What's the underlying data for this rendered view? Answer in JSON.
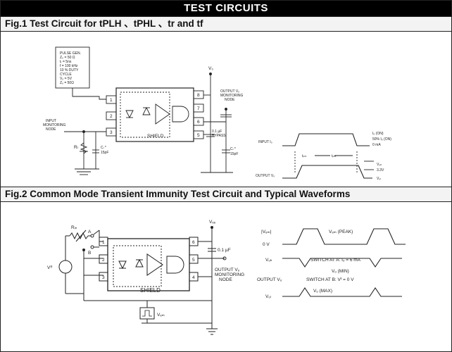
{
  "banner": "TEST CIRCUITS",
  "fig1": {
    "title": "Fig.1 Test Circuit for tPLH 、tPHL 、tr and tf",
    "pulse_gen": [
      "PULSE GEN.",
      "Z₀ = 50 Ω",
      "tᵣ = 5ns",
      "f = 100 kHz",
      "10 % DUTY",
      "CYCLE",
      "Vₒ = 5V",
      "Zₒ = 50Ω"
    ],
    "vcc": "V₀",
    "output_node": [
      "OUTPUT Vₒ",
      "MONITORING",
      "NODE"
    ],
    "input_node": [
      "INPUT",
      "MONITORING",
      "NODE"
    ],
    "bypass": [
      "0.1 µF",
      "BYPASS"
    ],
    "shield": "SHIELD",
    "rl": "Rₗ",
    "cl_left": [
      "Cₗ *",
      "15pF"
    ],
    "cl_right": [
      "Cₗ *",
      "15pF"
    ],
    "pins_left": [
      "1",
      "2",
      "3"
    ],
    "pins_right": [
      "8",
      "7",
      "6",
      "5"
    ],
    "wave": {
      "input_label": "INPUT Iₒ",
      "output_label": "OUTPUT Vₒ",
      "ion": "Iₒ (ON)",
      "ion50": "50% Iₒ (ON)",
      "zero_ma": "0 mA",
      "tphl": "tₚₕₗ",
      "tplh": "tₚₗₕ",
      "voh": "Vₒₕ",
      "v33": "3.3V",
      "vol": "Vₒₗ"
    }
  },
  "fig2": {
    "title": "Fig.2 Common Mode Transient Immunity Test Circuit and Typical Waveforms",
    "rin": "Rᵢₙ",
    "vff": "Vᶠᶠ",
    "a": "A",
    "b": "B",
    "pins_left": [
      "1",
      "2",
      "3"
    ],
    "pins_right": [
      "6",
      "5",
      "4"
    ],
    "vcc": "Vₑₑ",
    "cap": "0.1 µF",
    "output_node": [
      "OUTPUT Vₒ",
      "MONITORING",
      "NODE"
    ],
    "shield": "SHIELD",
    "vcm": "Vₑₘ",
    "wave": {
      "vcm_label": "|Vₑₘ|",
      "zero_v": "0 V",
      "vcm_peak": "Vₑₘ (PEAK)",
      "voh": "Vₒₕ",
      "switch_a": "SWITCH AT A:  Iₒ = 6 mA",
      "vo_min": "Vₒ (MIN)",
      "output_vo": "OUTPUT Vₒ",
      "switch_b": "SWITCH AT B:  Vᶠ = 0 V",
      "vol": "Vₒₗ",
      "vo_max": "Vₒ (MAX)"
    }
  }
}
